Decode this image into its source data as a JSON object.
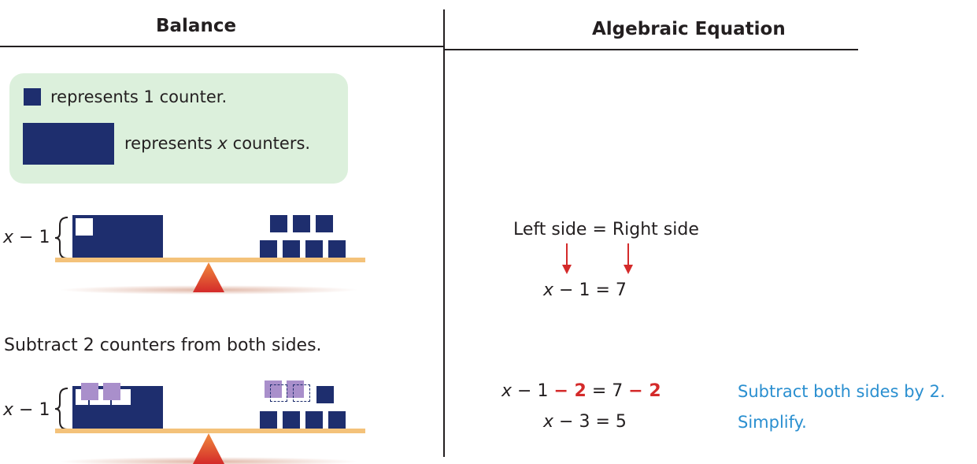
{
  "headers": {
    "left": "Balance",
    "right": "Algebraic Equation"
  },
  "legend": {
    "unit_text": "represents 1 counter.",
    "x_text_prefix": "represents ",
    "x_text_var": "x",
    "x_text_suffix": " counters."
  },
  "balance1": {
    "label_var": "x",
    "label_rest": " − 1"
  },
  "instruction": "Subtract 2 counters from both sides.",
  "balance2": {
    "label_var": "x",
    "label_rest": " − 1"
  },
  "equation_block": {
    "sides": "Left side = Right side",
    "eq1_var": "x",
    "eq1_rest": " − 1 = 7"
  },
  "steps": [
    {
      "var": "x",
      "left": " − 1 ",
      "minus1": "− 2",
      "mid": " = 7 ",
      "minus2": "− 2",
      "note": "Subtract both sides by 2."
    },
    {
      "var": "x",
      "left": " − 3 = 5",
      "note": "Simplify."
    }
  ],
  "colors": {
    "counter": "#1e2e6e",
    "removed": "#a98fcb",
    "highlight": "#d42a2a",
    "note": "#2a8fd0",
    "panel": "#dcf0dc"
  }
}
